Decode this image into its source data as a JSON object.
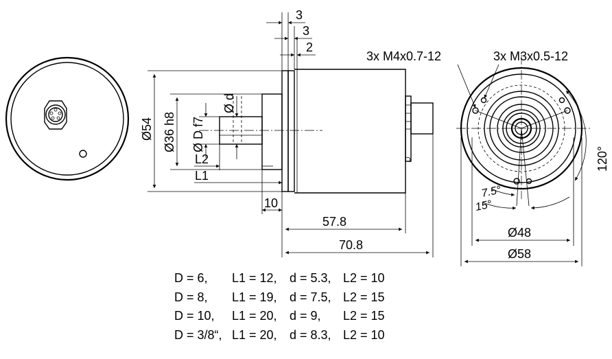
{
  "dimensions": {
    "dim_3_top": "3",
    "dim_3_mid": "3",
    "dim_2": "2",
    "dia_54": "Ø54",
    "dia_36": "Ø36 h8",
    "dia_D": "Ø D f7",
    "dia_d": "Ø d",
    "L2": "L2",
    "L1": "L1",
    "len_10": "10",
    "len_57_8": "57.8",
    "len_70_8": "70.8",
    "thread_m4": "3x M4x0.7-12",
    "thread_m3": "3x M3x0.5-12",
    "angle_120": "120°",
    "angle_7_5": "7.5°",
    "angle_15": "15°",
    "dia_48": "Ø48",
    "dia_58": "Ø58"
  },
  "param_table": {
    "rows": [
      {
        "D": "D =   6,",
        "L1": "L1 = 12,",
        "d": "d = 5.3,",
        "L2": "L2 = 10"
      },
      {
        "D": "D =   8,",
        "L1": "L1 = 19,",
        "d": "d = 7.5,",
        "L2": "L2 = 15"
      },
      {
        "D": "D = 10,",
        "L1": "L1 = 20,",
        "d": "d = 9,",
        "L2": "L2 = 15"
      },
      {
        "D": "D = 3/8“,",
        "L1": "L1 = 20,",
        "d": "d = 8.3,",
        "L2": "L2 = 10"
      }
    ]
  }
}
